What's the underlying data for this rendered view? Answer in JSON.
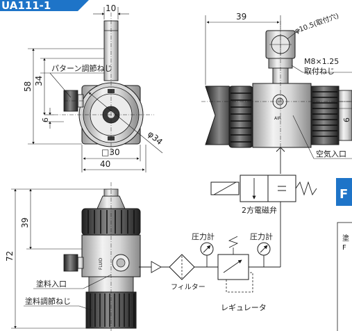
{
  "header": {
    "model_tab": "UA111-1"
  },
  "dimensions": {
    "d10": "10",
    "d58": "58",
    "d34": "34",
    "d6_left": "6",
    "sq30": "□30",
    "d40": "40",
    "dia34": "φ34",
    "d39_top": "39",
    "d39_front": "39",
    "d72": "72",
    "d6_right": "6"
  },
  "callouts": {
    "pattern_knob": "パターン調節ねじ",
    "mount_hole": "φ10.5(取付穴)",
    "mount_thread": "M8×1.25",
    "mount_screw": "取付ねじ",
    "air_inlet": "空気入口",
    "paint_inlet": "塗料入口",
    "paint_knob": "塗料調節ねじ",
    "air_mark": "AIR",
    "fluid_mark": "FLUID"
  },
  "circuit": {
    "solenoid_valve": "2方電磁弁",
    "gauge_1": "圧力計",
    "gauge_2": "圧力計",
    "filter": "フィルター",
    "regulator": "レギュレータ"
  },
  "side_panel": {
    "tab_letter": "F",
    "box_line1": "塗",
    "box_line2": "F"
  },
  "colors": {
    "accent_blue": "#1e74c8",
    "line": "#1a1a1a",
    "body_grey": "#c9c9c9",
    "knob_dark": "#3a3a3a"
  }
}
